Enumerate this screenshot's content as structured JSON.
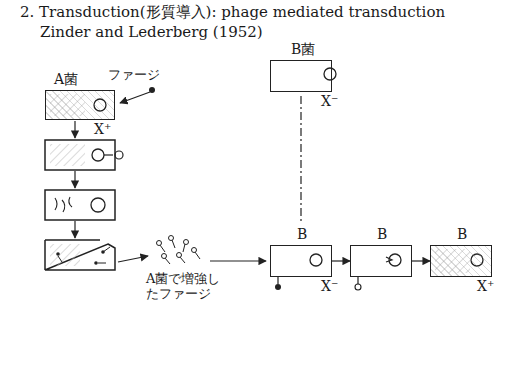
{
  "diagram": {
    "title": "2. Transduction(形質導入): phage mediated transduction",
    "nodes": [
      {
        "text": [
          "A菌",
          "X⁺"
        ]
      },
      {
        "text": [
          "B菌",
          "X⁻"
        ]
      },
      {
        "text": [
          "B",
          "X⁻"
        ]
      },
      {
        "text": [
          "B"
        ]
      },
      {
        "text": [
          "B",
          "X⁺"
        ]
      }
    ],
    "edges": [
      {
        "from": 1,
        "to": 2,
        "arrow": "none"
      },
      {
        "from": 2,
        "to": 3,
        "arrow": "to"
      },
      {
        "from": 3,
        "to": 4,
        "arrow": "to"
      }
    ],
    "labels": [
      "Zinder and Lederberg (1952)",
      "ファージ",
      "A菌で増強したファージ"
    ]
  }
}
